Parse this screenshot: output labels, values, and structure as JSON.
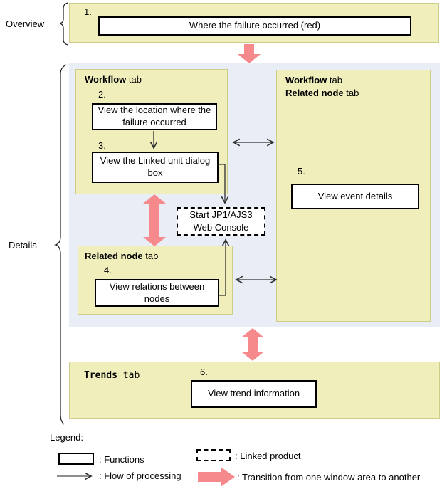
{
  "overview": {
    "label": "Overview",
    "step_number": "1.",
    "box_label": "Where the failure occurred (red)"
  },
  "details": {
    "label": "Details",
    "workflow_panel": {
      "tab_bold": "Workflow",
      "tab_suffix": " tab",
      "step2_number": "2.",
      "step2_label": "View the location where the failure occurred",
      "step3_number": "3.",
      "step3_label": "View the Linked unit dialog box"
    },
    "right_panel": {
      "tab1_bold": "Workflow",
      "tab1_suffix": " tab",
      "tab2_bold": "Related node",
      "tab2_suffix": " tab",
      "step5_number": "5.",
      "step5_label": "View event details"
    },
    "related_panel": {
      "tab_bold": "Related node",
      "tab_suffix": " tab",
      "step4_number": "4.",
      "step4_label": "View relations between nodes"
    },
    "linked_product_box": {
      "line1": "Start JP1/AJS3",
      "line2": "Web Console"
    }
  },
  "trends": {
    "tab_bold": "Trends",
    "tab_suffix": " tab",
    "step6_number": "6.",
    "step6_label": "View trend information"
  },
  "legend": {
    "title": "Legend:",
    "functions_label": ": Functions",
    "flow_label": ": Flow of processing",
    "linked_label": ": Linked product",
    "transition_label": ": Transition from one window area to another"
  },
  "colors": {
    "panel_yellow": "#f0eebb",
    "panel_yellow_border": "#cdcd8a",
    "details_blue": "#e9eef6",
    "transition_pink": "#f5898b",
    "arrow_dark": "#303030"
  }
}
